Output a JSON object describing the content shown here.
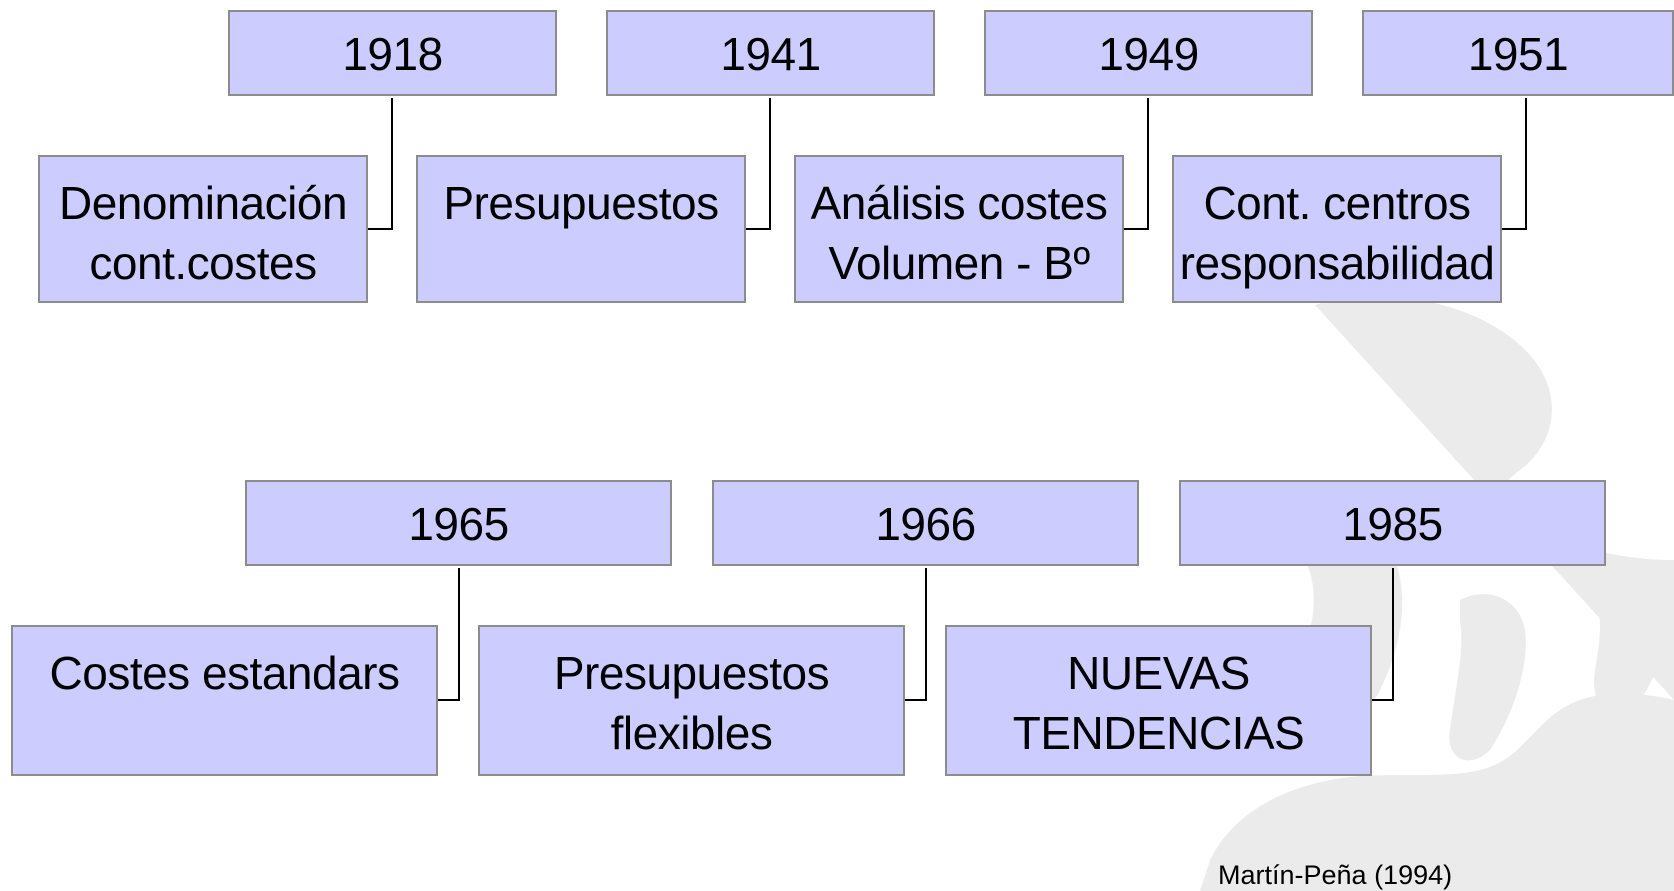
{
  "row1": [
    {
      "year": "1918",
      "lines": [
        "Denominación",
        "cont.costes"
      ]
    },
    {
      "year": "1941",
      "lines": [
        "Presupuestos"
      ]
    },
    {
      "year": "1949",
      "lines": [
        "Análisis costes",
        "Volumen - Bº"
      ]
    },
    {
      "year": "1951",
      "lines": [
        "Cont. centros",
        "responsabilidad"
      ]
    }
  ],
  "row2": [
    {
      "year": "1965",
      "lines": [
        "Costes estandars"
      ]
    },
    {
      "year": "1966",
      "lines": [
        "Presupuestos flexibles"
      ]
    },
    {
      "year": "1985",
      "lines": [
        "NUEVAS",
        "TENDENCIAS"
      ]
    }
  ],
  "source": "Martín-Peña (1994)",
  "colors": {
    "box_fill": "#ccccff",
    "box_border": "#8c8c8c",
    "connector": "#000000",
    "watermark": "#ececec"
  }
}
